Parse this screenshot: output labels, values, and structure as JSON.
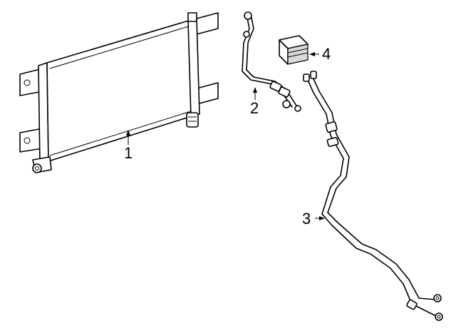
{
  "diagram": {
    "callouts": [
      {
        "id": "1",
        "label": "1"
      },
      {
        "id": "2",
        "label": "2"
      },
      {
        "id": "3",
        "label": "3"
      },
      {
        "id": "4",
        "label": "4"
      }
    ],
    "colors": {
      "line": "#000000",
      "background": "#ffffff",
      "shade": "#d9d9d9"
    }
  }
}
